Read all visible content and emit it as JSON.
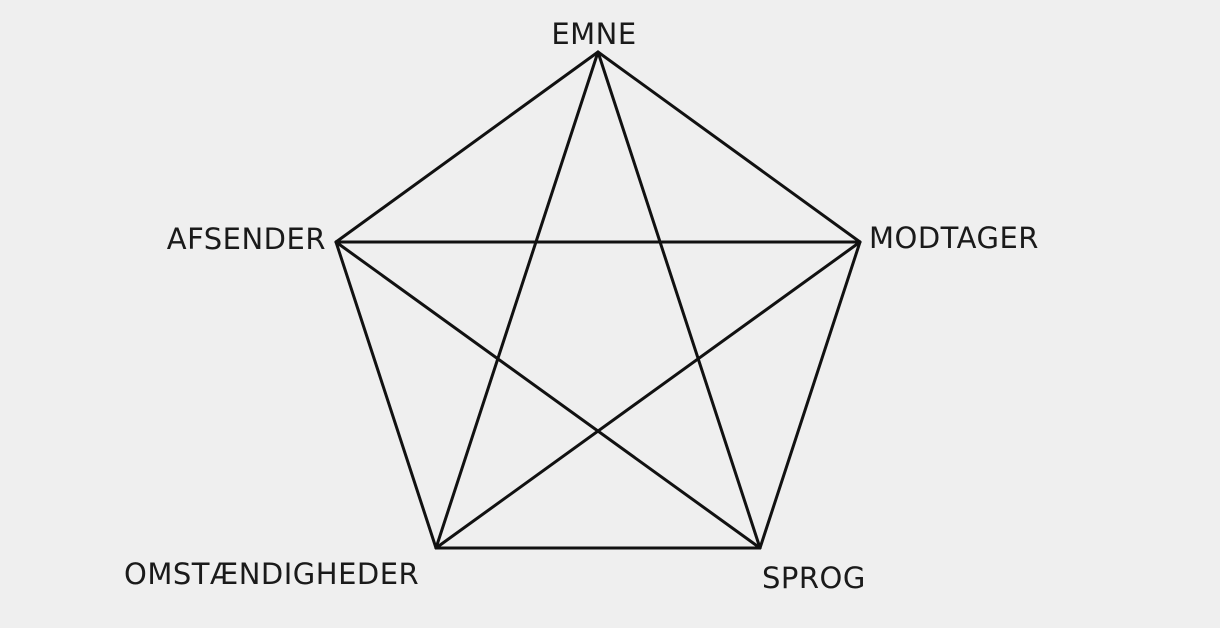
{
  "colors": {
    "background": "#efefef",
    "line": "#111111",
    "text": "#1a1a1a"
  },
  "nodes": [
    {
      "id": "emne",
      "label": "EMNE"
    },
    {
      "id": "modtager",
      "label": "MODTAGER"
    },
    {
      "id": "sprog",
      "label": "SPROG"
    },
    {
      "id": "omstaendigheder",
      "label": "OMSTÆNDIGHEDER"
    },
    {
      "id": "afsender",
      "label": "AFSENDER"
    }
  ],
  "edges": [
    [
      "emne",
      "modtager"
    ],
    [
      "modtager",
      "sprog"
    ],
    [
      "sprog",
      "omstaendigheder"
    ],
    [
      "omstaendigheder",
      "afsender"
    ],
    [
      "afsender",
      "emne"
    ],
    [
      "emne",
      "sprog"
    ],
    [
      "emne",
      "omstaendigheder"
    ],
    [
      "afsender",
      "modtager"
    ],
    [
      "afsender",
      "sprog"
    ],
    [
      "modtager",
      "omstaendigheder"
    ]
  ]
}
